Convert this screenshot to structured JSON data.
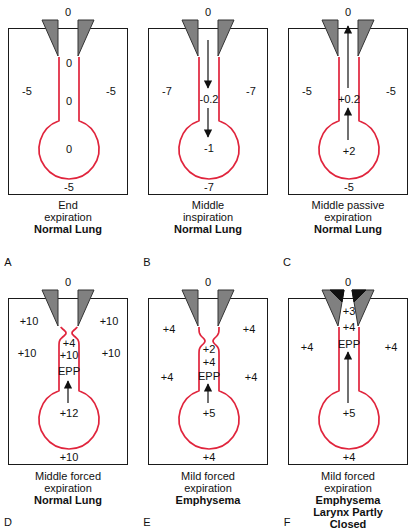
{
  "diagram": {
    "nodes": [
      {
        "text": [
          "-5",
          "-5",
          "-5"
        ]
      },
      {
        "text": [
          "0",
          "0",
          "0"
        ],
        "in": 0
      },
      {
        "text": [
          "-7",
          "-7",
          "-7"
        ]
      },
      {
        "text": [
          "-0.2",
          "-1"
        ],
        "in": 2
      },
      {
        "text": [
          "-5",
          "-5",
          "-5"
        ]
      },
      {
        "text": [
          "+0.2",
          "+2"
        ],
        "in": 4
      },
      {
        "text": [
          "+10",
          "+10",
          "+10",
          "+10",
          "+10"
        ]
      },
      {
        "text": [
          "+4",
          "+10",
          "EPP",
          "+12"
        ],
        "in": 6
      },
      {
        "text": [
          "+4",
          "+4",
          "+4",
          "+4",
          "+4"
        ]
      },
      {
        "text": [
          "+2",
          "+4",
          "EPP",
          "+5"
        ],
        "in": 8
      },
      {
        "text": [
          "+4",
          "+4",
          "+4"
        ]
      },
      {
        "text": [
          "+3",
          "+4",
          "EPP",
          "+5"
        ],
        "in": 10
      }
    ],
    "labels": [
      "0",
      "0",
      "0",
      "End expiration",
      "Normal Lung",
      "Middle inspiration",
      "Normal Lung",
      "Middle passive expiration",
      "Normal Lung",
      "A",
      "B",
      "C",
      "0",
      "0",
      "0",
      "Middle forced expiration",
      "Normal Lung",
      "Mild forced expiration",
      "Emphysema",
      "Mild forced expiration",
      "Emphysema Larynx Partly Closed",
      "D",
      "E",
      "F"
    ]
  }
}
